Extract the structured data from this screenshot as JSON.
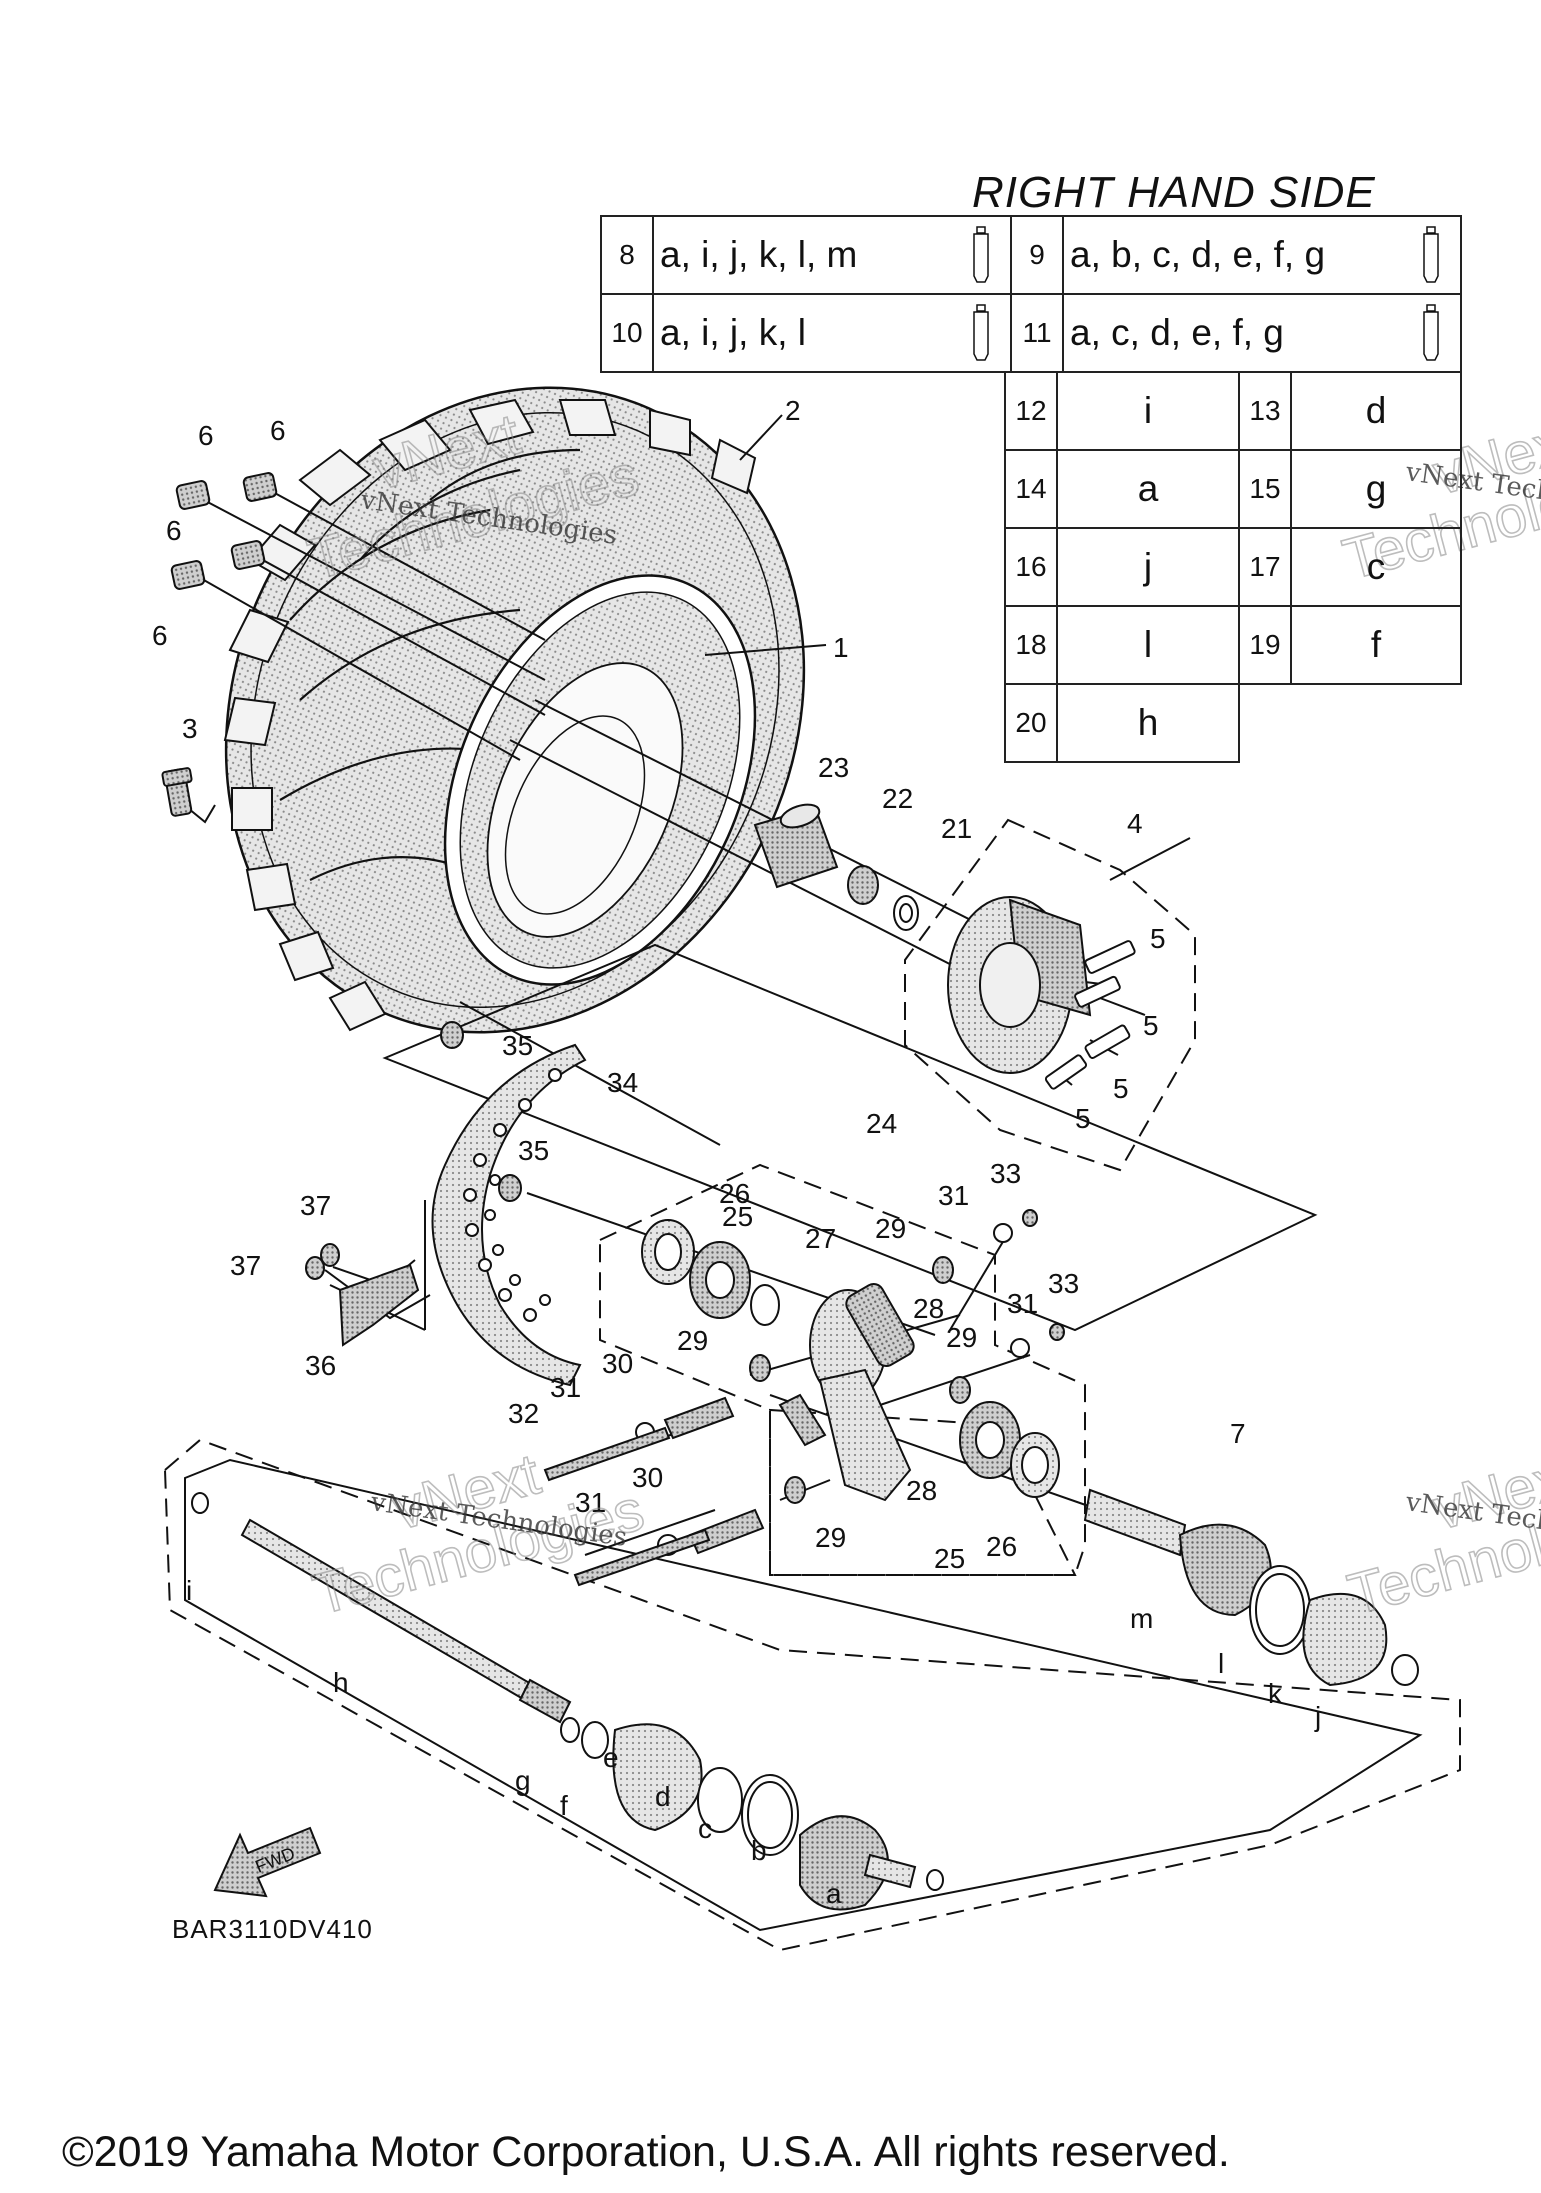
{
  "diagram": {
    "section_title": "RIGHT HAND SIDE",
    "drawing_code": "BAR3110DV410",
    "fwd_label": "FWD",
    "copyright": "©2019 Yamaha Motor Corporation, U.S.A. All rights reserved.",
    "watermark_line1": "vNext",
    "watermark_line2": "Technologies",
    "watermark_small": "vNext Technologies"
  },
  "kit_table": {
    "top_rows": [
      {
        "left_num": "8",
        "left_parts": "a, i, j, k, l, m",
        "right_num": "9",
        "right_parts": "a, b, c, d, e, f, g"
      },
      {
        "left_num": "10",
        "left_parts": "a, i, j, k, l",
        "right_num": "11",
        "right_parts": "a, c, d, e, f, g"
      }
    ],
    "grid_rows": [
      {
        "n1": "12",
        "v1": "i",
        "n2": "13",
        "v2": "d"
      },
      {
        "n1": "14",
        "v1": "a",
        "n2": "15",
        "v2": "g"
      },
      {
        "n1": "16",
        "v1": "j",
        "n2": "17",
        "v2": "c"
      },
      {
        "n1": "18",
        "v1": "l",
        "n2": "19",
        "v2": "f"
      },
      {
        "n1": "20",
        "v1": "h",
        "n2": "",
        "v2": ""
      }
    ]
  },
  "callouts": [
    {
      "id": "1",
      "text": "1"
    },
    {
      "id": "2",
      "text": "2"
    },
    {
      "id": "3",
      "text": "3"
    },
    {
      "id": "4",
      "text": "4"
    },
    {
      "id": "5a",
      "text": "5"
    },
    {
      "id": "5b",
      "text": "5"
    },
    {
      "id": "5c",
      "text": "5"
    },
    {
      "id": "5d",
      "text": "5"
    },
    {
      "id": "6a",
      "text": "6"
    },
    {
      "id": "6b",
      "text": "6"
    },
    {
      "id": "6c",
      "text": "6"
    },
    {
      "id": "6d",
      "text": "6"
    },
    {
      "id": "7",
      "text": "7"
    },
    {
      "id": "21",
      "text": "21"
    },
    {
      "id": "22",
      "text": "22"
    },
    {
      "id": "23",
      "text": "23"
    },
    {
      "id": "24",
      "text": "24"
    },
    {
      "id": "25a",
      "text": "25"
    },
    {
      "id": "25b",
      "text": "25"
    },
    {
      "id": "26a",
      "text": "26"
    },
    {
      "id": "26b",
      "text": "26"
    },
    {
      "id": "27",
      "text": "27"
    },
    {
      "id": "28a",
      "text": "28"
    },
    {
      "id": "28b",
      "text": "28"
    },
    {
      "id": "29a",
      "text": "29"
    },
    {
      "id": "29b",
      "text": "29"
    },
    {
      "id": "29c",
      "text": "29"
    },
    {
      "id": "29d",
      "text": "29"
    },
    {
      "id": "30a",
      "text": "30"
    },
    {
      "id": "30b",
      "text": "30"
    },
    {
      "id": "31a",
      "text": "31"
    },
    {
      "id": "31b",
      "text": "31"
    },
    {
      "id": "31c",
      "text": "31"
    },
    {
      "id": "31d",
      "text": "31"
    },
    {
      "id": "32",
      "text": "32"
    },
    {
      "id": "33a",
      "text": "33"
    },
    {
      "id": "33b",
      "text": "33"
    },
    {
      "id": "34",
      "text": "34"
    },
    {
      "id": "35a",
      "text": "35"
    },
    {
      "id": "35b",
      "text": "35"
    },
    {
      "id": "36",
      "text": "36"
    },
    {
      "id": "37a",
      "text": "37"
    },
    {
      "id": "37b",
      "text": "37"
    },
    {
      "id": "a",
      "text": "a"
    },
    {
      "id": "b",
      "text": "b"
    },
    {
      "id": "c",
      "text": "c"
    },
    {
      "id": "d",
      "text": "d"
    },
    {
      "id": "e",
      "text": "e"
    },
    {
      "id": "f",
      "text": "f"
    },
    {
      "id": "g",
      "text": "g"
    },
    {
      "id": "h",
      "text": "h"
    },
    {
      "id": "i",
      "text": "i"
    },
    {
      "id": "j",
      "text": "j"
    },
    {
      "id": "k",
      "text": "k"
    },
    {
      "id": "l",
      "text": "l"
    },
    {
      "id": "m",
      "text": "m"
    }
  ]
}
